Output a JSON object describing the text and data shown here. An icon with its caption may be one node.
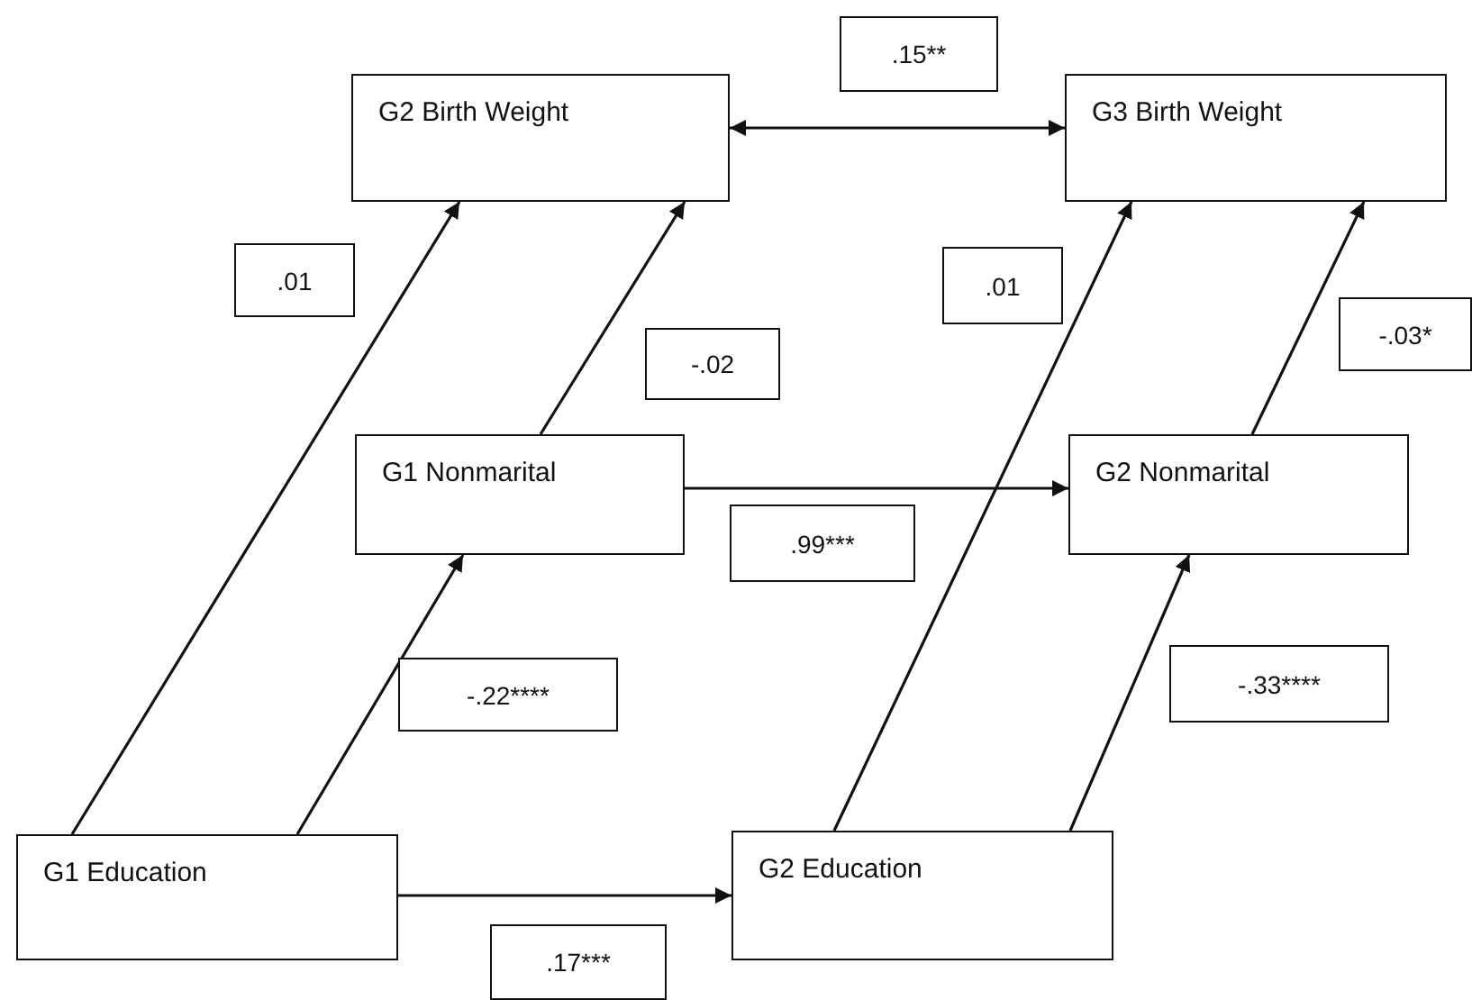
{
  "diagram": {
    "nodes": [
      {
        "text": [
          "G2 Birth Weight"
        ]
      },
      {
        "text": [
          "G3 Birth Weight"
        ]
      },
      {
        "text": [
          "G1 Nonmarital"
        ]
      },
      {
        "text": [
          "G2 Nonmarital"
        ]
      },
      {
        "text": [
          "G1 Education"
        ]
      },
      {
        "text": [
          "G2 Education"
        ]
      }
    ],
    "edges": [
      {
        "from": 0,
        "to": 1,
        "arrow": "both",
        "label": ".15**"
      },
      {
        "from": 4,
        "to": 0,
        "arrow": "to",
        "label": ".01"
      },
      {
        "from": 2,
        "to": 0,
        "arrow": "to",
        "label": "-.02"
      },
      {
        "from": 5,
        "to": 1,
        "arrow": "to",
        "label": ".01"
      },
      {
        "from": 3,
        "to": 1,
        "arrow": "to",
        "label": "-.03*"
      },
      {
        "from": 2,
        "to": 3,
        "arrow": "to",
        "label": ".99***"
      },
      {
        "from": 4,
        "to": 2,
        "arrow": "to",
        "label": "-.22****"
      },
      {
        "from": 5,
        "to": 3,
        "arrow": "to",
        "label": "-.33****"
      },
      {
        "from": 4,
        "to": 5,
        "arrow": "to",
        "label": ".17***"
      }
    ]
  }
}
